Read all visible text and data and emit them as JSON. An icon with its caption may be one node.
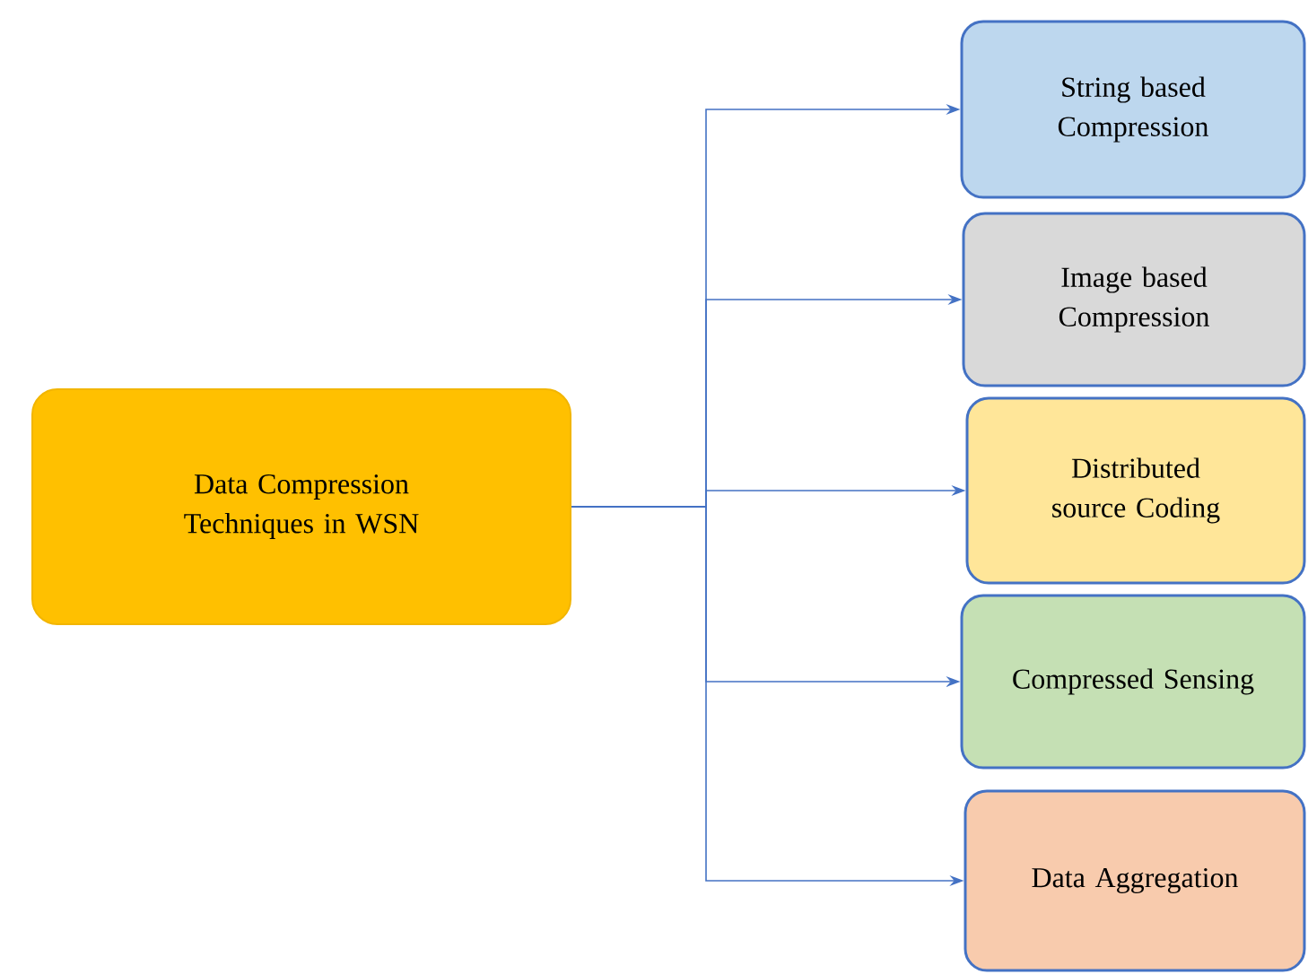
{
  "diagram": {
    "nodes": [
      {
        "text": [
          "Data Compression Techniques in WSN"
        ]
      },
      {
        "text": [
          "String based Compression"
        ]
      },
      {
        "text": [
          "Image based Compression"
        ]
      },
      {
        "text": [
          "Distributed source Coding"
        ]
      },
      {
        "text": [
          "Compressed Sensing"
        ]
      },
      {
        "text": [
          "Data Aggregation"
        ]
      }
    ],
    "edges": [
      {
        "from": 0,
        "to": 1,
        "arrow": "to"
      },
      {
        "from": 0,
        "to": 2,
        "arrow": "to"
      },
      {
        "from": 0,
        "to": 3,
        "arrow": "to"
      },
      {
        "from": 0,
        "to": 4,
        "arrow": "to"
      },
      {
        "from": 0,
        "to": 5,
        "arrow": "to"
      }
    ]
  }
}
